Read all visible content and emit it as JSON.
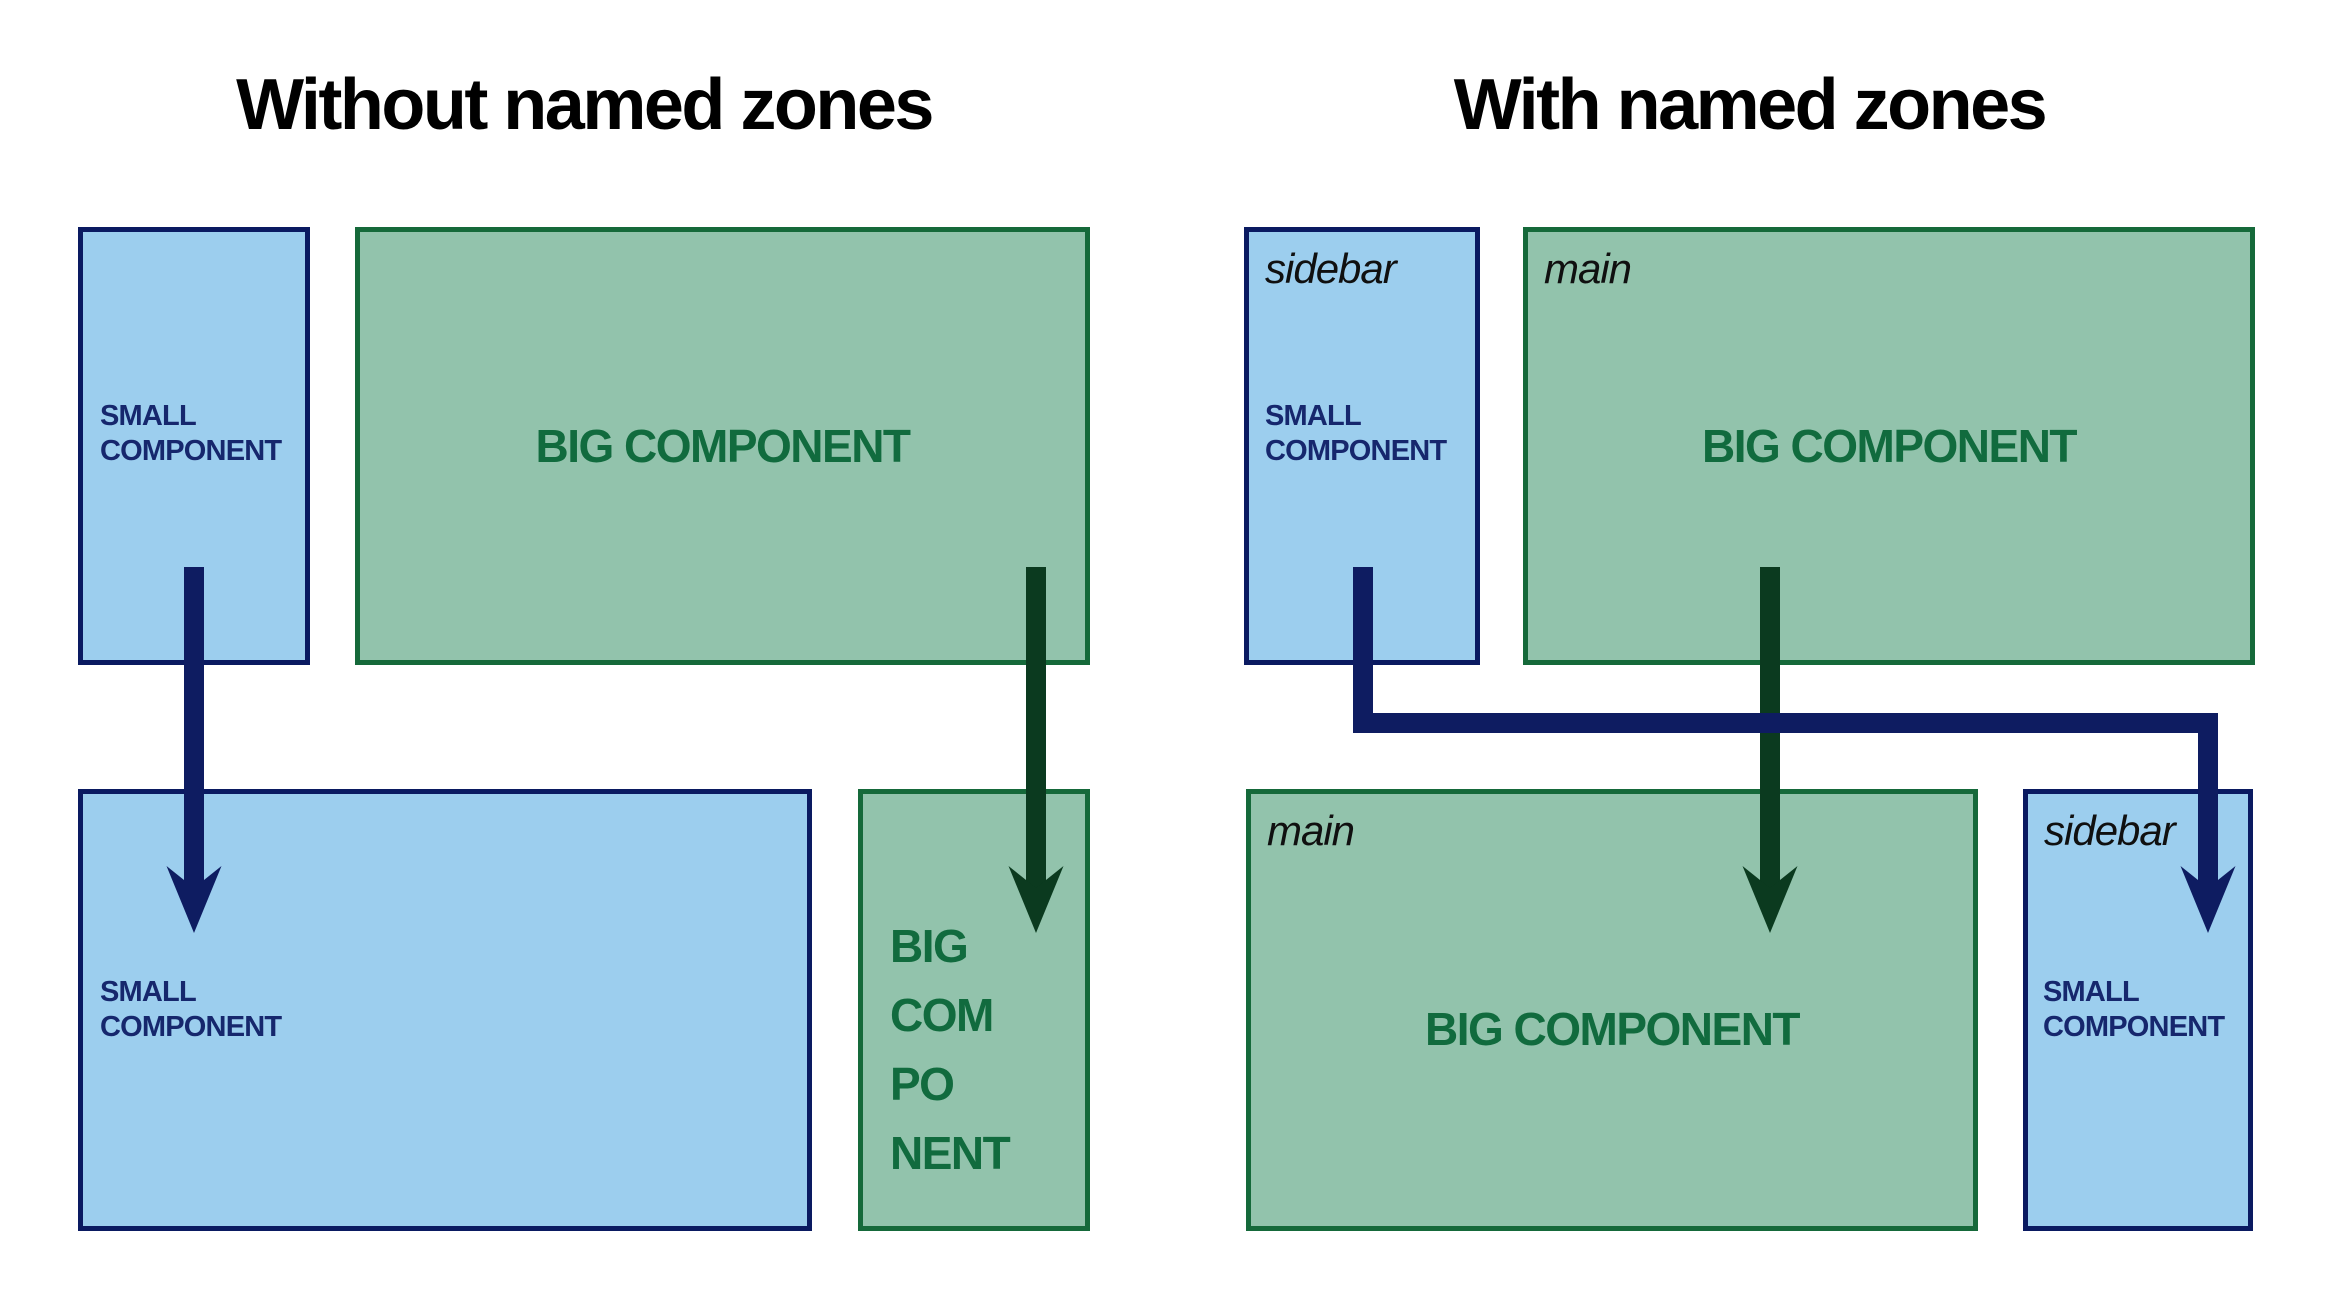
{
  "colors": {
    "background": "#ffffff",
    "title_color": "#000000",
    "zone_label_color": "#101010",
    "blue_fill": "#9cceee",
    "blue_border": "#0a1a61",
    "blue_text": "#16276d",
    "blue_arrow": "#0e1c61",
    "green_fill": "#92c3ac",
    "green_border": "#15693a",
    "green_text": "#116b3e",
    "green_arrow": "#0b3a1f"
  },
  "left_panel": {
    "title": "Without named zones",
    "top_small_box": {
      "lines": [
        "SMALL",
        "COMPONENT"
      ]
    },
    "top_big_box": {
      "label": "BIG COMPONENT"
    },
    "bottom_small_box": {
      "lines": [
        "SMALL",
        "COMPONENT"
      ]
    },
    "bottom_big_box": {
      "lines": [
        "BIG",
        "COM",
        "PO",
        "NENT"
      ]
    }
  },
  "right_panel": {
    "title": "With named zones",
    "top_sidebar_box": {
      "zone": "sidebar",
      "lines": [
        "SMALL",
        "COMPONENT"
      ]
    },
    "top_main_box": {
      "zone": "main",
      "label": "BIG COMPONENT"
    },
    "bottom_main_box": {
      "zone": "main",
      "label": "BIG COMPONENT"
    },
    "bottom_sidebar_box": {
      "zone": "sidebar",
      "lines": [
        "SMALL",
        "COMPONENT"
      ]
    }
  }
}
